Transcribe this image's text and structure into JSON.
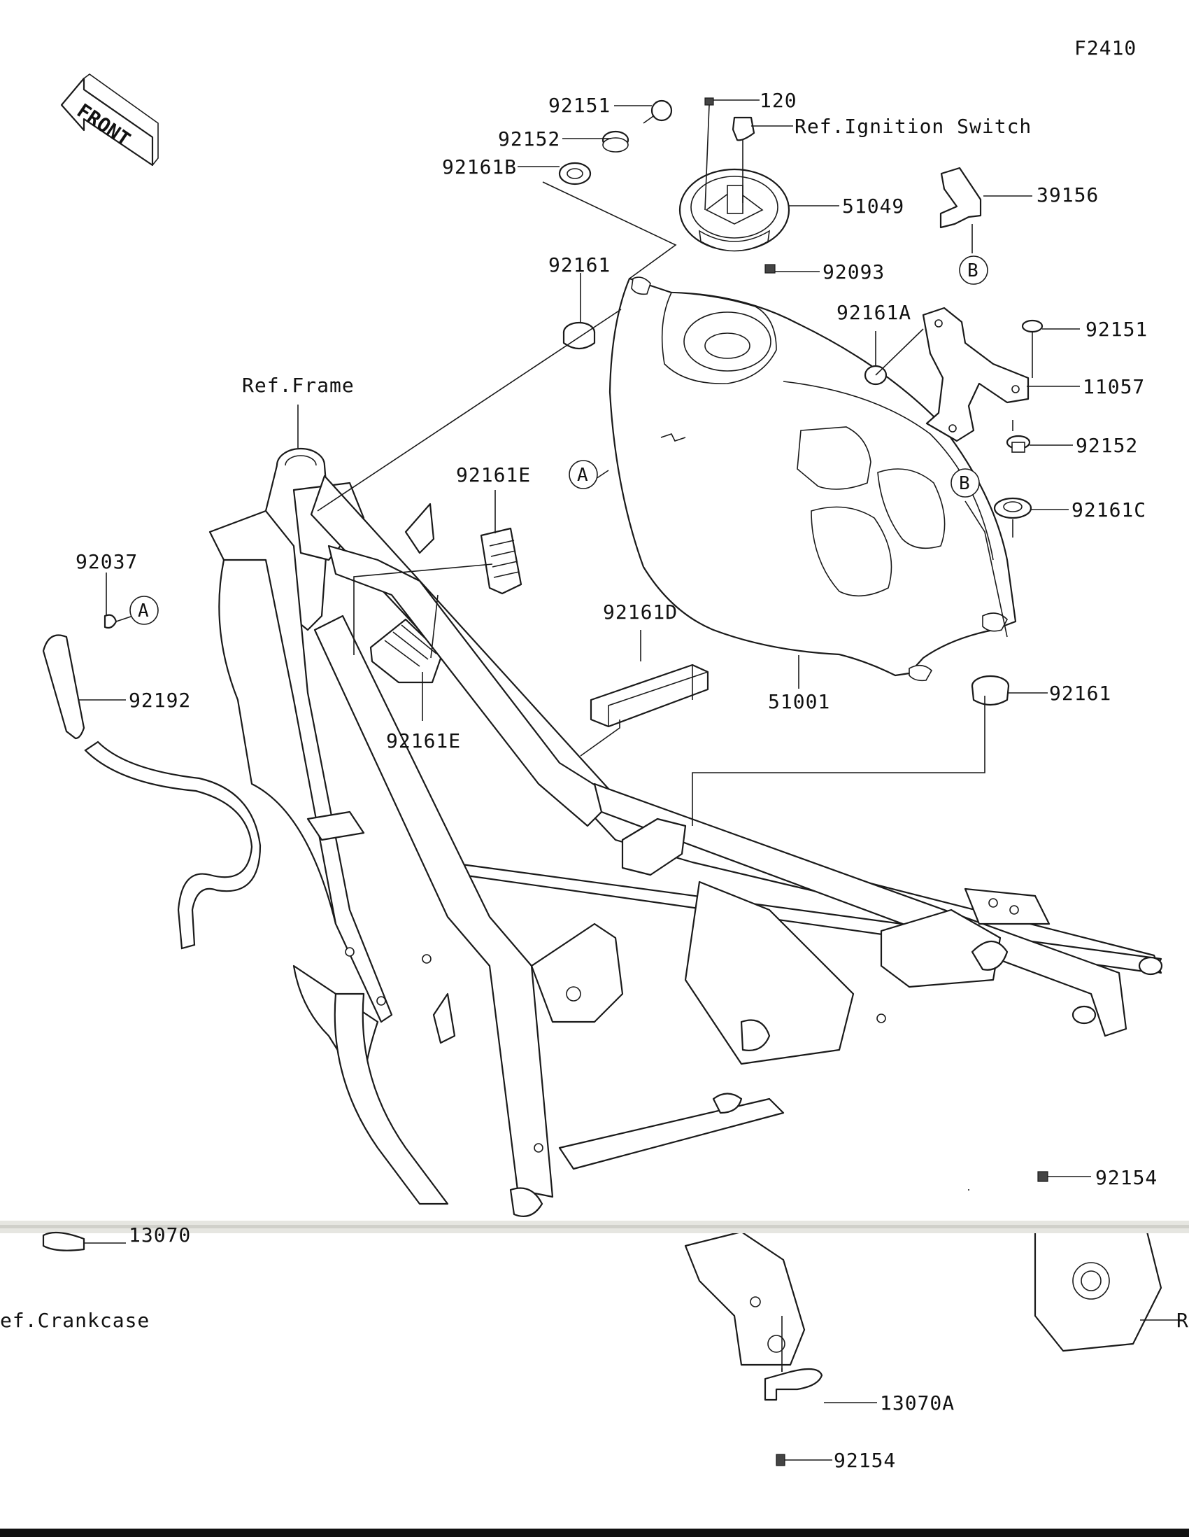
{
  "figure_code": "F2410",
  "front_label": "FRONT",
  "reference_circles": {
    "a": "A",
    "b": "B"
  },
  "labels": {
    "p92151_top": "92151",
    "p92152_top": "92152",
    "p92161b": "92161B",
    "p120": "120",
    "ref_ignition": "Ref.Ignition Switch",
    "p51049": "51049",
    "p39156": "39156",
    "p92093": "92093",
    "p92161_top": "92161",
    "p92161a": "92161A",
    "p92151_right": "92151",
    "p11057": "11057",
    "ref_frame": "Ref.Frame",
    "p92152_right": "92152",
    "p92161c": "92161C",
    "p92161e_top": "92161E",
    "p92037": "92037",
    "p92192": "92192",
    "p92161d": "92161D",
    "p51001": "51001",
    "p92161_right": "92161",
    "p92161e_bottom": "92161E",
    "p92154_right": "92154",
    "p13070_partial": "13070",
    "ref_crankcase_partial": "ef.Crankcase",
    "p13070a": "13070A",
    "p92154_bottom": "92154",
    "edge_r": "R"
  }
}
